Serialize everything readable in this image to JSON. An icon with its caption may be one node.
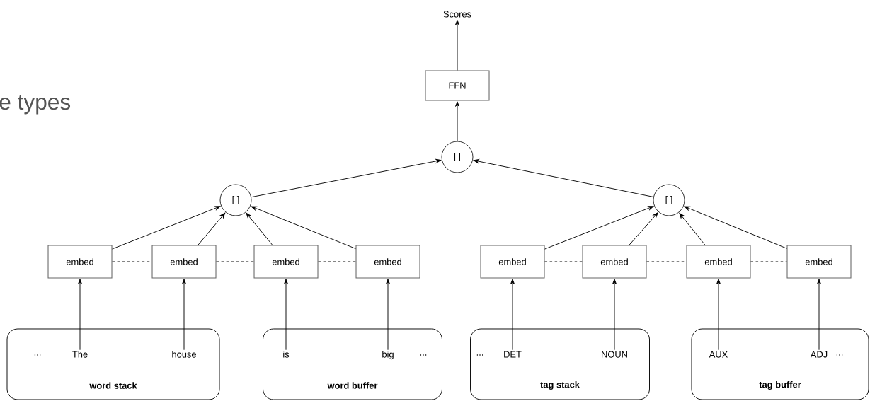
{
  "diagram": {
    "nodes": [
      {
        "text": [
          "Scores"
        ]
      },
      {
        "text": [
          "FFN"
        ]
      },
      {
        "text": [
          "| |"
        ]
      },
      {
        "text": [
          "[ ]"
        ]
      },
      {
        "text": [
          "[ ]"
        ]
      },
      {
        "text": [
          "embed"
        ]
      },
      {
        "text": [
          "embed"
        ]
      },
      {
        "text": [
          "embed"
        ]
      },
      {
        "text": [
          "embed"
        ]
      },
      {
        "text": [
          "embed"
        ]
      },
      {
        "text": [
          "embed"
        ]
      },
      {
        "text": [
          "embed"
        ]
      },
      {
        "text": [
          "embed"
        ]
      },
      {
        "text": [
          "...",
          "**word stack**"
        ]
      },
      {
        "text": [
          "The"
        ],
        "in": 13
      },
      {
        "text": [
          "house"
        ],
        "in": 13
      },
      {
        "text": [
          "...",
          "**word buffer**"
        ]
      },
      {
        "text": [
          "is"
        ],
        "in": 16
      },
      {
        "text": [
          "big"
        ],
        "in": 16
      },
      {
        "text": [
          "...",
          "**tag stack**"
        ]
      },
      {
        "text": [
          "DET"
        ],
        "in": 19
      },
      {
        "text": [
          "NOUN"
        ],
        "in": 19
      },
      {
        "text": [
          "...",
          "**tag buffer**"
        ]
      },
      {
        "text": [
          "AUX"
        ],
        "in": 22
      },
      {
        "text": [
          "ADJ"
        ],
        "in": 22
      }
    ],
    "edges": [
      {
        "from": 1,
        "to": 0,
        "arrow": "to"
      },
      {
        "from": 2,
        "to": 1,
        "arrow": "to"
      },
      {
        "from": 3,
        "to": 2,
        "arrow": "to"
      },
      {
        "from": 4,
        "to": 2,
        "arrow": "to"
      },
      {
        "from": 5,
        "to": 3,
        "arrow": "to"
      },
      {
        "from": 6,
        "to": 3,
        "arrow": "to"
      },
      {
        "from": 7,
        "to": 3,
        "arrow": "to"
      },
      {
        "from": 8,
        "to": 3,
        "arrow": "to"
      },
      {
        "from": 9,
        "to": 4,
        "arrow": "to"
      },
      {
        "from": 10,
        "to": 4,
        "arrow": "to"
      },
      {
        "from": 11,
        "to": 4,
        "arrow": "to"
      },
      {
        "from": 12,
        "to": 4,
        "arrow": "to"
      },
      {
        "from": 5,
        "to": 6,
        "arrow": "none",
        "style": "dashed"
      },
      {
        "from": 6,
        "to": 7,
        "arrow": "none",
        "style": "dashed"
      },
      {
        "from": 7,
        "to": 8,
        "arrow": "none",
        "style": "dashed"
      },
      {
        "from": 9,
        "to": 10,
        "arrow": "none",
        "style": "dashed"
      },
      {
        "from": 10,
        "to": 11,
        "arrow": "none",
        "style": "dashed"
      },
      {
        "from": 11,
        "to": 12,
        "arrow": "none",
        "style": "dashed"
      },
      {
        "from": 14,
        "to": 5,
        "arrow": "to"
      },
      {
        "from": 15,
        "to": 6,
        "arrow": "to"
      },
      {
        "from": 17,
        "to": 7,
        "arrow": "to"
      },
      {
        "from": 18,
        "to": 8,
        "arrow": "to"
      },
      {
        "from": 20,
        "to": 9,
        "arrow": "to"
      },
      {
        "from": 21,
        "to": 10,
        "arrow": "to"
      },
      {
        "from": 23,
        "to": 11,
        "arrow": "to"
      },
      {
        "from": 24,
        "to": 12,
        "arrow": "to"
      }
    ],
    "labels": [
      "e types"
    ]
  }
}
